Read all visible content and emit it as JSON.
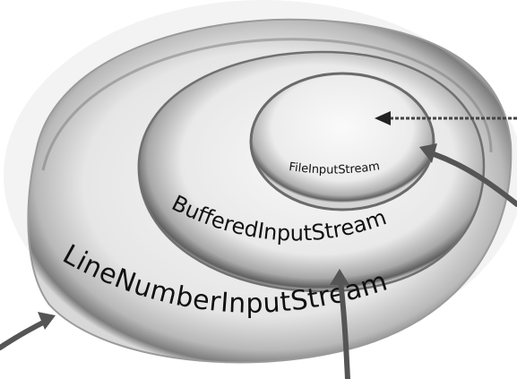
{
  "diagram": {
    "labels": {
      "outer": "LineNumberInputStream",
      "middle": "BufferedInputStream",
      "inner": "FileInputStream"
    },
    "colors": {
      "background": "#ffffff",
      "ring_light": "#f2f2f2",
      "ring_mid": "#c9c9c9",
      "ring_dark": "#6a6a6a",
      "arrow": "#555555",
      "text": "#111111"
    }
  }
}
